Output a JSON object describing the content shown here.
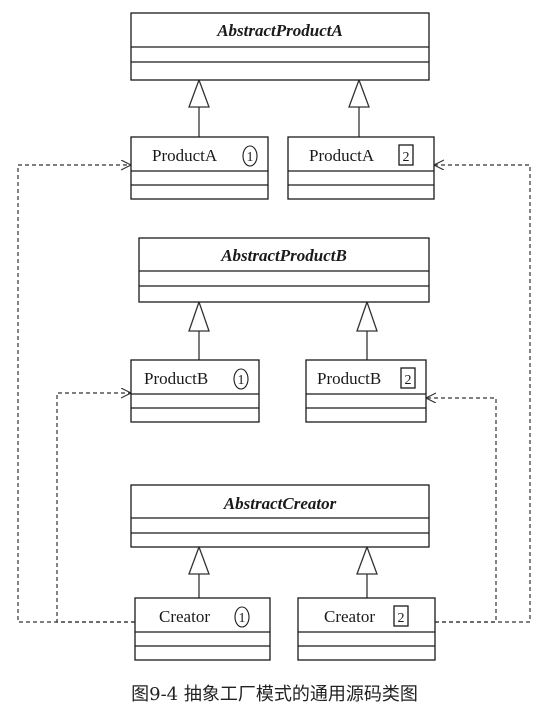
{
  "caption": "图9-4 抽象工厂模式的通用源码类图",
  "classes": {
    "abstract_product_a": {
      "name": "AbstractProductA"
    },
    "product_a1": {
      "name": "ProductA",
      "badge": "1"
    },
    "product_a2": {
      "name": "ProductA",
      "badge": "2"
    },
    "abstract_product_b": {
      "name": "AbstractProductB"
    },
    "product_b1": {
      "name": "ProductB",
      "badge": "1"
    },
    "product_b2": {
      "name": "ProductB",
      "badge": "2"
    },
    "abstract_creator": {
      "name": "AbstractCreator"
    },
    "creator1": {
      "name": "Creator",
      "badge": "1"
    },
    "creator2": {
      "name": "Creator",
      "badge": "2"
    }
  }
}
